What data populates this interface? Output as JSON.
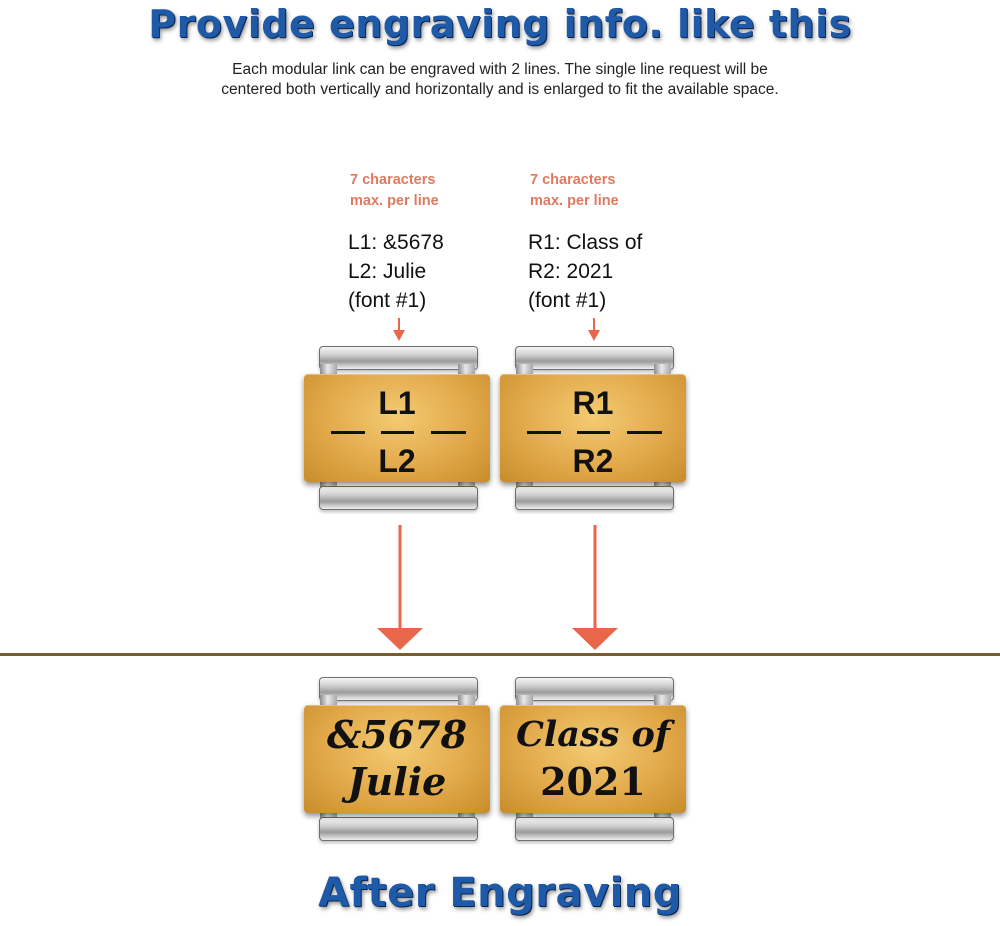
{
  "title": "Provide engraving info. like this",
  "description": {
    "line1": "Each modular link can be engraved with 2 lines. The single line request will be",
    "line2": "centered both vertically and horizontally and is enlarged to fit the available space."
  },
  "left_link": {
    "limit_line1": "7 characters",
    "limit_line2": "max. per line",
    "entry_line1": "L1: &5678",
    "entry_line2": "L2: Julie",
    "entry_line3": "(font #1)",
    "marker_top": "L1",
    "marker_bottom": "L2",
    "engraved_line1": "&5678",
    "engraved_line2": "Julie"
  },
  "right_link": {
    "limit_line1": "7 characters",
    "limit_line2": "max. per line",
    "entry_line1": "R1: Class of",
    "entry_line2": "R2: 2021",
    "entry_line3": "(font #1)",
    "marker_top": "R1",
    "marker_bottom": "R2",
    "engraved_line1": "Class of",
    "engraved_line2": "2021"
  },
  "footer_title": "After Engraving",
  "colors": {
    "headline_blue": "#1f5aa8",
    "accent_orange": "#e07a5f",
    "arrow_orange": "#e8664a",
    "divider_brown": "#7a5c2e",
    "gold": "#e2a94a"
  }
}
